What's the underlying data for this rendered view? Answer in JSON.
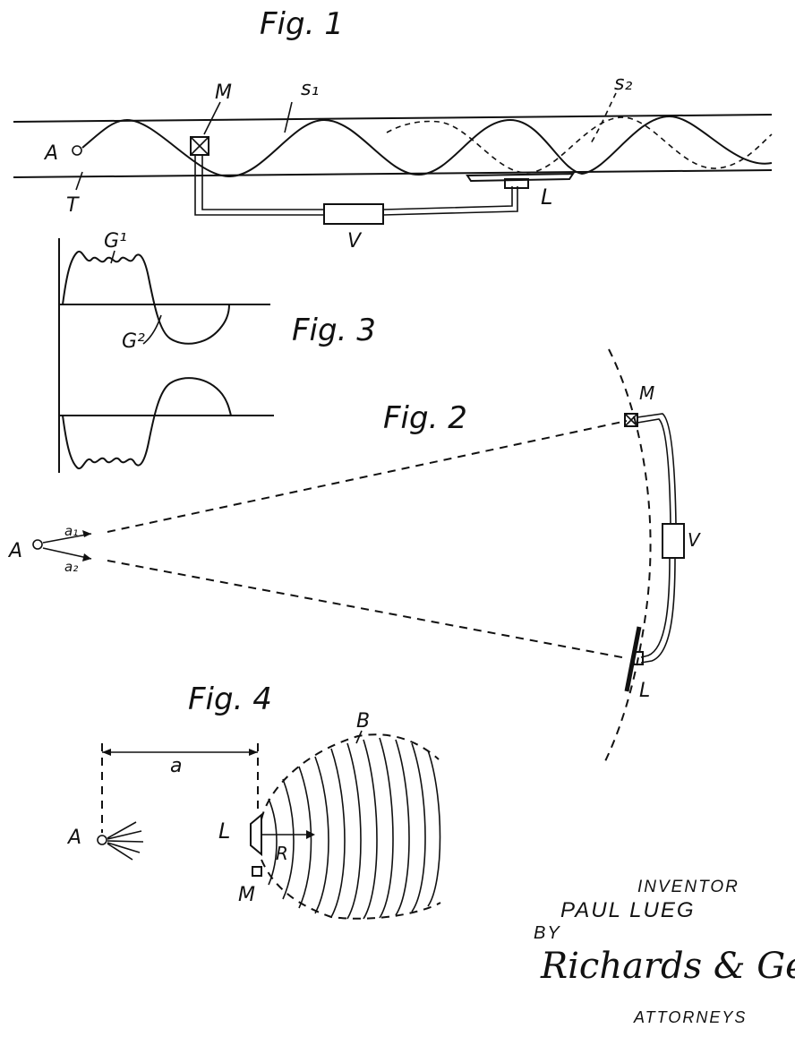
{
  "fig1": {
    "title": "Fig. 1",
    "labels": {
      "a": "A",
      "t": "T",
      "m": "M",
      "s1": "s₁",
      "s2": "s₂",
      "v": "V",
      "l": "L"
    }
  },
  "fig2": {
    "title": "Fig. 2",
    "labels": {
      "a": "A",
      "a1": "a₁",
      "a2": "a₂",
      "m": "M",
      "v": "V",
      "l": "L"
    }
  },
  "fig3": {
    "title": "Fig. 3",
    "labels": {
      "g1": "G¹",
      "g2": "G²"
    }
  },
  "fig4": {
    "title": "Fig. 4",
    "labels": {
      "a_dim": "a",
      "a": "A",
      "l": "L",
      "r": "R",
      "m": "M",
      "b": "B"
    }
  },
  "signature_block": {
    "inventor_caption": "INVENTOR",
    "inventor_name": "PAUL LUEG",
    "by": "BY",
    "signature": "Richards & Geier",
    "attorneys_caption": "ATTORNEYS"
  }
}
